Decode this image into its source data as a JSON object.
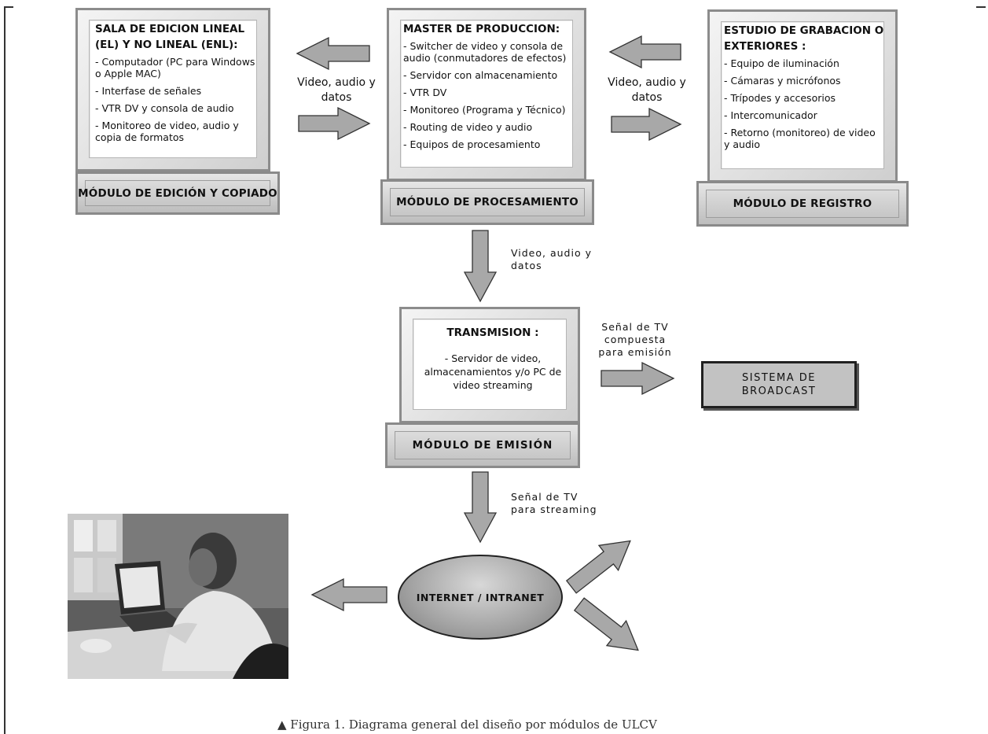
{
  "modules": {
    "edicion": {
      "title": "SALA DE EDICION LINEAL (EL) Y NO LINEAL (ENL):",
      "items": [
        "- Computador (PC para Windows o Apple MAC)",
        "- Interfase de señales",
        "- VTR DV y consola de audio",
        "- Monitoreo de video, audio y copia de formatos"
      ],
      "label": "MÓDULO DE EDICIÓN Y COPIADO"
    },
    "procesamiento": {
      "title": "MASTER DE PRODUCCION:",
      "items": [
        "- Switcher de video y consola de audio (conmutadores de efectos)",
        "- Servidor con almacenamiento",
        "- VTR DV",
        "- Monitoreo (Programa y Técnico)",
        "- Routing de video y audio",
        "- Equipos de procesamiento"
      ],
      "label": "MÓDULO DE PROCESAMIENTO"
    },
    "registro": {
      "title": "ESTUDIO DE GRABACION O EXTERIORES :",
      "items": [
        "- Equipo de iluminación",
        "- Cámaras y micrófonos",
        "- Trípodes y accesorios",
        "- Intercomunicador",
        "- Retorno (monitoreo) de video y audio"
      ],
      "label": "MÓDULO DE REGISTRO"
    },
    "emision": {
      "title": "TRANSMISION :",
      "items": [
        "- Servidor de video, almacenamientos y/o PC de video streaming"
      ],
      "label": "MÓDULO DE EMISIÓN"
    }
  },
  "flows": {
    "left": "Video, audio y datos",
    "right": "Video, audio y datos",
    "down": "Video, audio y datos",
    "broadcast_signal": "Señal de TV compuesta para emisión",
    "streaming_signal": "Señal de TV para streaming"
  },
  "broadcast": "SISTEMA DE BROADCAST",
  "network": "INTERNET / INTRANET",
  "caption": "▲  Figura 1. Diagrama general del diseño por módulos de ULCV"
}
